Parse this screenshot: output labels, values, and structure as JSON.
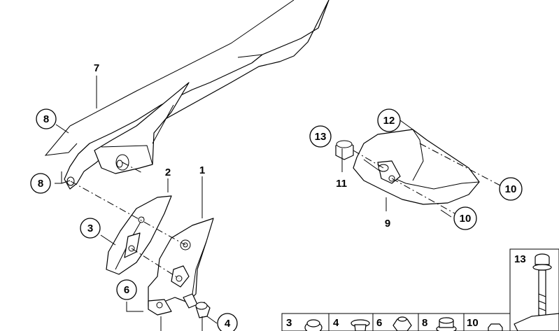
{
  "callouts": {
    "c1": "1",
    "c2": "2",
    "c3": "3",
    "c4": "4",
    "c6": "6",
    "c7": "7",
    "c8a": "8",
    "c8b": "8",
    "c9": "9",
    "c10a": "10",
    "c10b": "10",
    "c11": "11",
    "c12": "12",
    "c13": "13"
  },
  "legend": {
    "items": [
      {
        "label": "3"
      },
      {
        "label": "4"
      },
      {
        "label": "6"
      },
      {
        "label": "8"
      },
      {
        "label": "10"
      }
    ],
    "bolt_label": "13"
  }
}
